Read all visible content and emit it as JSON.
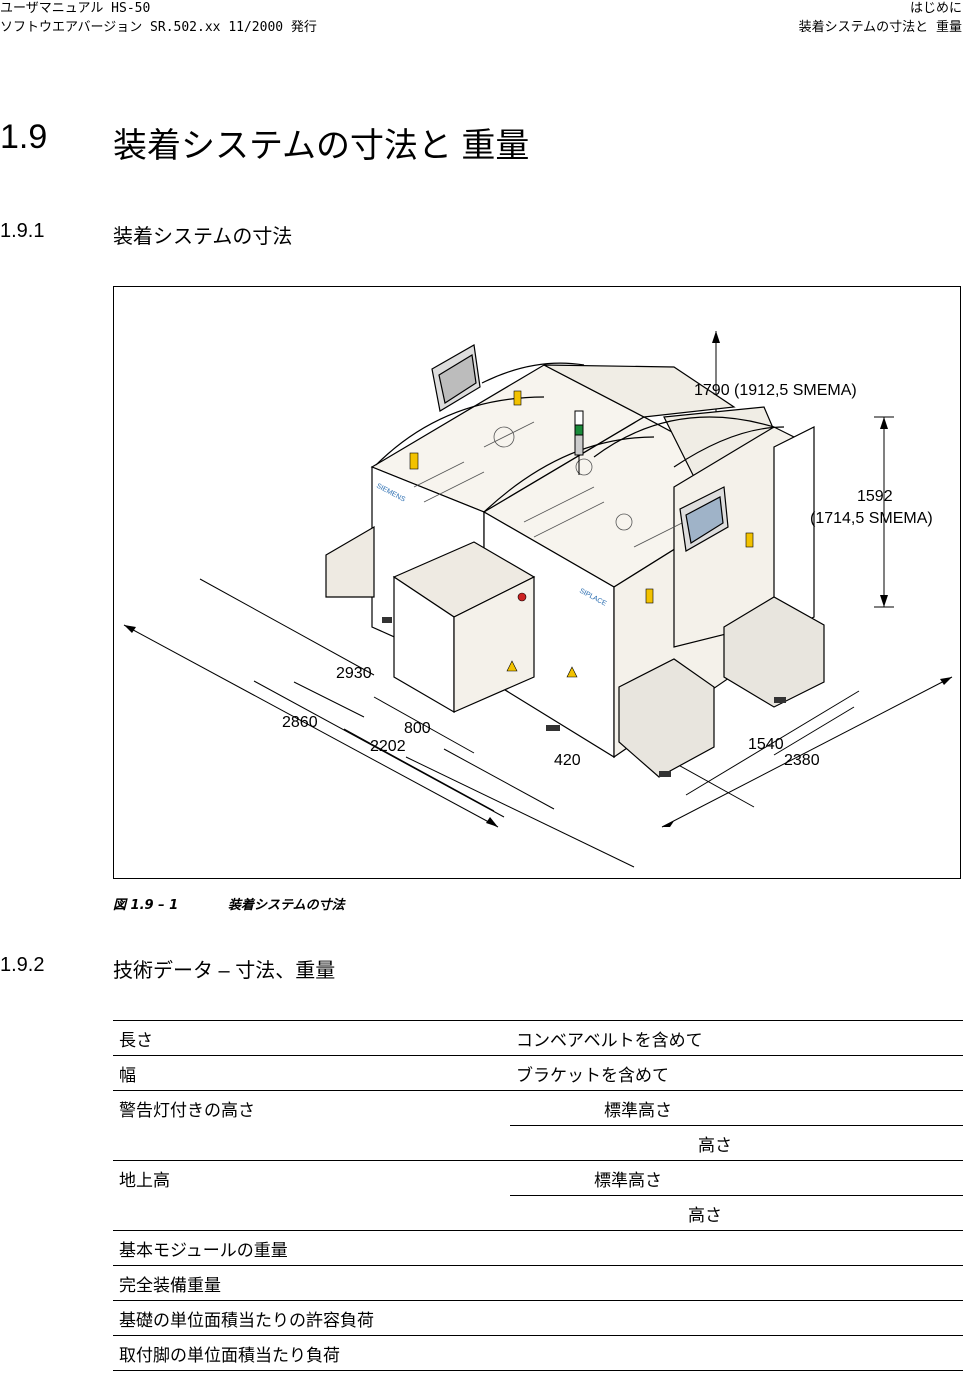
{
  "header": {
    "left_line1": "ユーザマニュアル HS-50",
    "left_line2": "ソフトウエアバージョン SR.502.xx  11/2000 発行",
    "right_line1": "はじめに",
    "right_line2": "装着システムの寸法と 重量"
  },
  "section": {
    "number": "1.9",
    "title": "装着システムの寸法と 重量"
  },
  "sub1": {
    "number": "1.9.1",
    "title": "装着システムの寸法"
  },
  "figure": {
    "dims": {
      "d1790": "1790 (1912,5 SMEMA)",
      "d1592a": "1592",
      "d1592b": "(1714,5 SMEMA)",
      "d2930": "2930",
      "d2860": "2860",
      "d800": "800",
      "d2202": "2202",
      "d420": "420",
      "d1540": "1540",
      "d2380": "2380"
    },
    "brand1": "SIEMENS",
    "brand2": "SIPLACE",
    "caption_num": "図 1.9 – 1",
    "caption_text": "装着システムの寸法"
  },
  "sub2": {
    "number": "1.9.2",
    "title": "技術データ – 寸法、重量"
  },
  "table": {
    "r1c1": "長さ",
    "r1c2": "コンベアベルトを含めて",
    "r2c1": "幅",
    "r2c2": "ブラケットを含めて",
    "r3c1": "警告灯付きの高さ",
    "r3c2": "標準高さ",
    "r4c2": "高さ",
    "r5c1": "地上高",
    "r5c2": "標準高さ",
    "r6c2": "高さ",
    "r7c1": "基本モジュールの重量",
    "r8c1": "完全装備重量",
    "r9c1": "基礎の単位面積当たりの許容負荷",
    "r10c1": "取付脚の単位面積当たり負荷"
  }
}
